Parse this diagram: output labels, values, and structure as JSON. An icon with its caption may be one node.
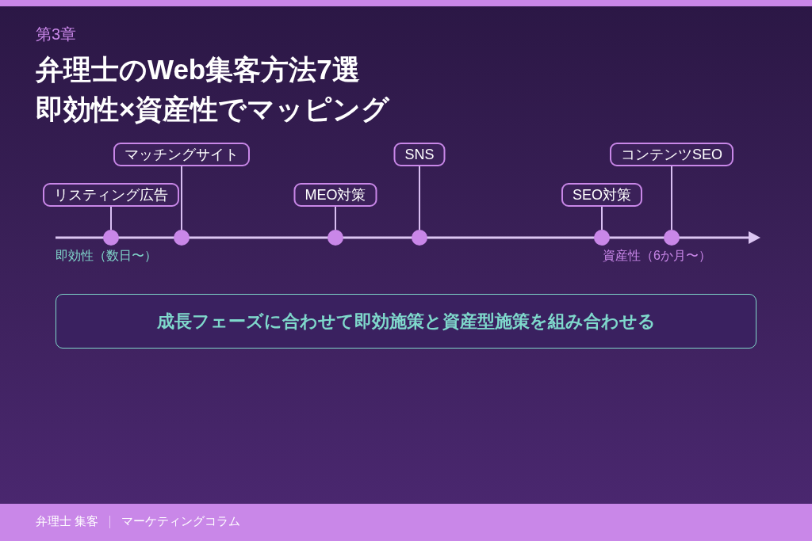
{
  "diagram": {
    "title": "弁理士のWeb集客方法7選即効性×資産性でマッピング",
    "nodes": [
      {
        "text": [
          "マッチングサイト"
        ]
      },
      {
        "text": [
          "SNS"
        ]
      },
      {
        "text": [
          "コンテンツSEO"
        ]
      },
      {
        "text": [
          "リスティング広告"
        ]
      },
      {
        "text": [
          "MEO対策"
        ]
      },
      {
        "text": [
          "SEO対策"
        ]
      },
      {
        "text": [],
        "shape": "circle"
      },
      {
        "text": [],
        "shape": "circle"
      },
      {
        "text": [],
        "shape": "circle"
      },
      {
        "text": [],
        "shape": "circle"
      },
      {
        "text": [],
        "shape": "circle"
      },
      {
        "text": [],
        "shape": "circle"
      },
      {
        "text": [
          "成長フェーズに合わせて即効施策と資産型施策を組み合わせる"
        ]
      }
    ],
    "edges": [
      {
        "from": 3,
        "to": 6,
        "arrow": "none"
      },
      {
        "from": 0,
        "to": 7,
        "arrow": "none"
      },
      {
        "from": 4,
        "to": 8,
        "arrow": "none"
      },
      {
        "from": 1,
        "to": 9,
        "arrow": "none"
      },
      {
        "from": 5,
        "to": 10,
        "arrow": "none"
      },
      {
        "from": 2,
        "to": 11,
        "arrow": "none"
      }
    ],
    "labels": [
      "第3章",
      "即効性（数日〜）",
      "資産性（6か月〜）",
      "弁理士 集客",
      "マーケティングコラム"
    ]
  }
}
